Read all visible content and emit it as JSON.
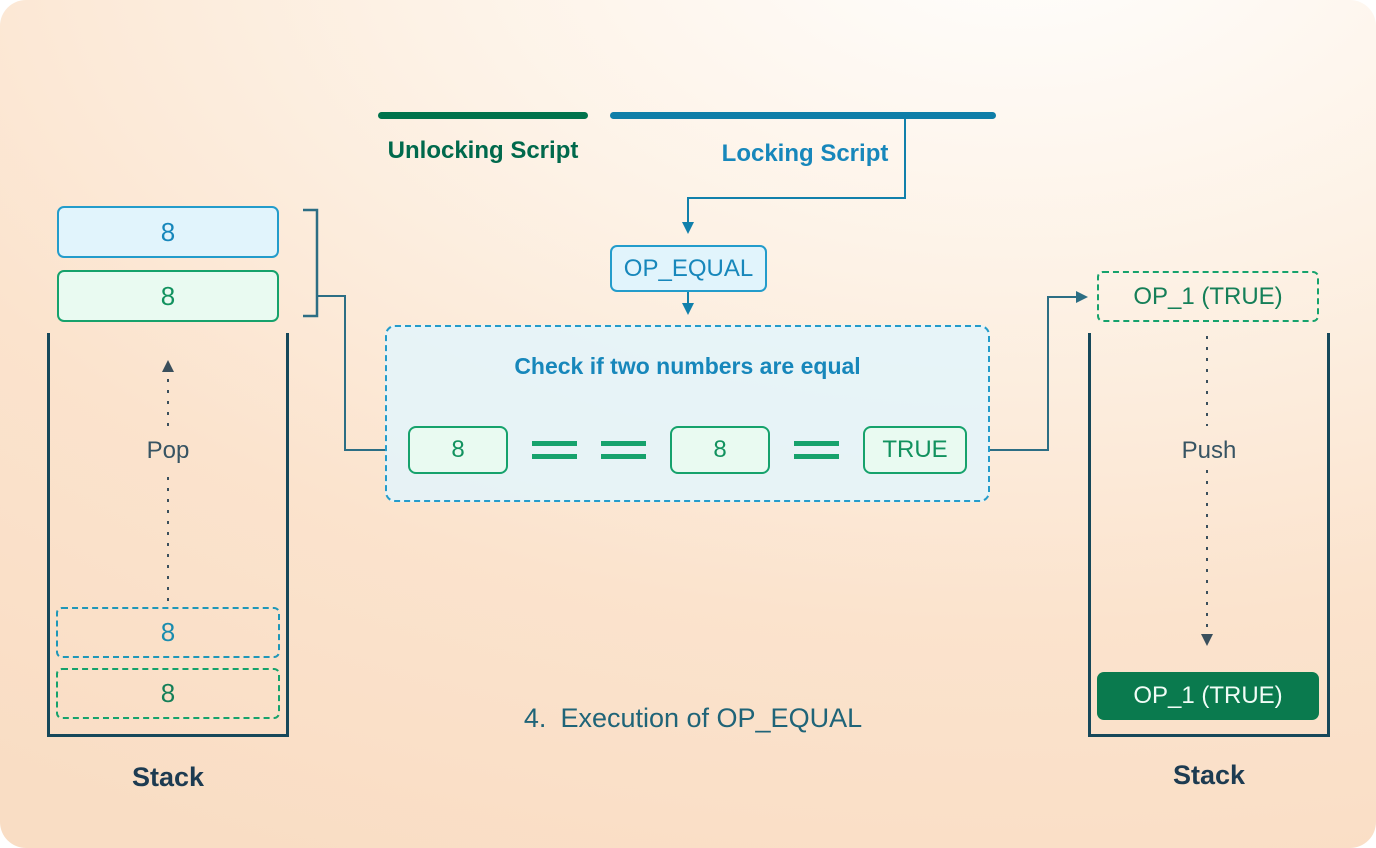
{
  "colors": {
    "background_peach": "#fbe3cd",
    "green_accent": "#0a7a4e",
    "teal_bar": "#0f7ea8",
    "blue_text": "#1787bb",
    "green_text": "#12925f",
    "stack_border": "#16485a"
  },
  "scripts": {
    "unlocking_label": "Unlocking Script",
    "locking_label": "Locking Script"
  },
  "opcode_box": {
    "label": "OP_EQUAL"
  },
  "check_panel": {
    "title": "Check if two numbers are equal",
    "operand_left": "8",
    "operand_right": "8",
    "result": "TRUE"
  },
  "left_stack": {
    "popped_items": [
      {
        "value": "8"
      },
      {
        "value": "8"
      }
    ],
    "action_label": "Pop",
    "ghost_items": [
      {
        "value": "8"
      },
      {
        "value": "8"
      }
    ],
    "stack_label": "Stack"
  },
  "right_stack": {
    "incoming_item": {
      "value": "OP_1 (TRUE)"
    },
    "action_label": "Push",
    "top_item": {
      "value": "OP_1 (TRUE)"
    },
    "stack_label": "Stack"
  },
  "caption": {
    "number": "4.",
    "text": "Execution of OP_EQUAL"
  }
}
